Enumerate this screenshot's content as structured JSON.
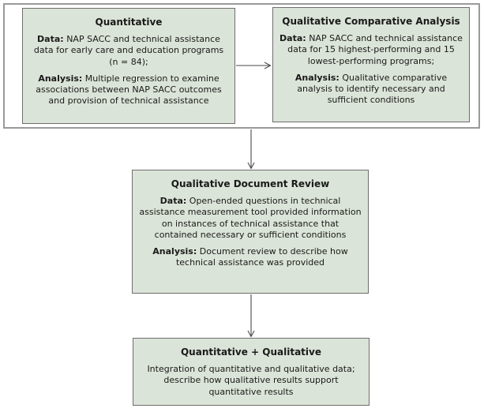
{
  "diagram": {
    "boxes": {
      "quantitative": {
        "title": "Quantitative",
        "data_label": "Data:",
        "data_text": "NAP SACC and technical assistance data for early care and education programs (n = 84);",
        "analysis_label": "Analysis:",
        "analysis_text": "Multiple regression to examine associations between NAP SACC outcomes and provision of technical assistance"
      },
      "qca": {
        "title": "Qualitative Comparative Analysis",
        "data_label": "Data:",
        "data_text": "NAP SACC and technical assistance data for 15 highest-performing and 15 lowest-performing programs;",
        "analysis_label": "Analysis:",
        "analysis_text": "Qualitative comparative analysis to identify necessary and sufficient conditions"
      },
      "qdr": {
        "title": "Qualitative Document Review",
        "data_label": "Data:",
        "data_text": "Open-ended questions in technical assistance measurement tool provided information on instances of technical assistance that contained necessary or sufficient conditions",
        "analysis_label": "Analysis:",
        "analysis_text": "Document review to describe how technical assistance was provided"
      },
      "integration": {
        "title": "Quantitative + Qualitative",
        "body": "Integration of quantitative and qualitative data; describe how qualitative results support quantitative results"
      }
    },
    "colors": {
      "box_fill": "#dbe4d8",
      "box_border": "#6e6e6e",
      "container_border": "#9a9a9a",
      "arrow": "#4a4a4a",
      "text": "#1a1a1a"
    }
  }
}
